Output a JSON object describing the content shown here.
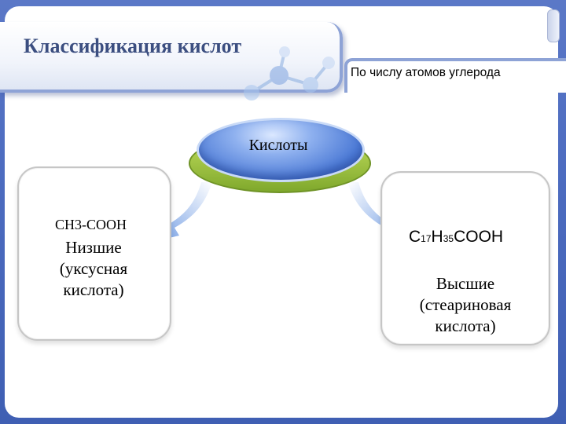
{
  "title": "Классификация кислот",
  "criterion": "По числу атомов углерода",
  "central": {
    "label": "Кислоты"
  },
  "left": {
    "formula": "CH3-COOH",
    "lines": [
      "Низшие",
      "(уксусная",
      "кислота)"
    ]
  },
  "right": {
    "formula": {
      "c": "C",
      "c_sub": "17",
      "h": "H",
      "h_sub": "35",
      "tail": "COOH"
    },
    "lines": [
      "Высшие",
      "(стеариновая",
      "кислота)"
    ]
  },
  "colors": {
    "background": "#4d6cc0",
    "title_text": "#3b4e80",
    "central_blue": "#4c7ad6",
    "central_green": "#9cc23d",
    "arrow_blue": "#7fa7e8"
  }
}
